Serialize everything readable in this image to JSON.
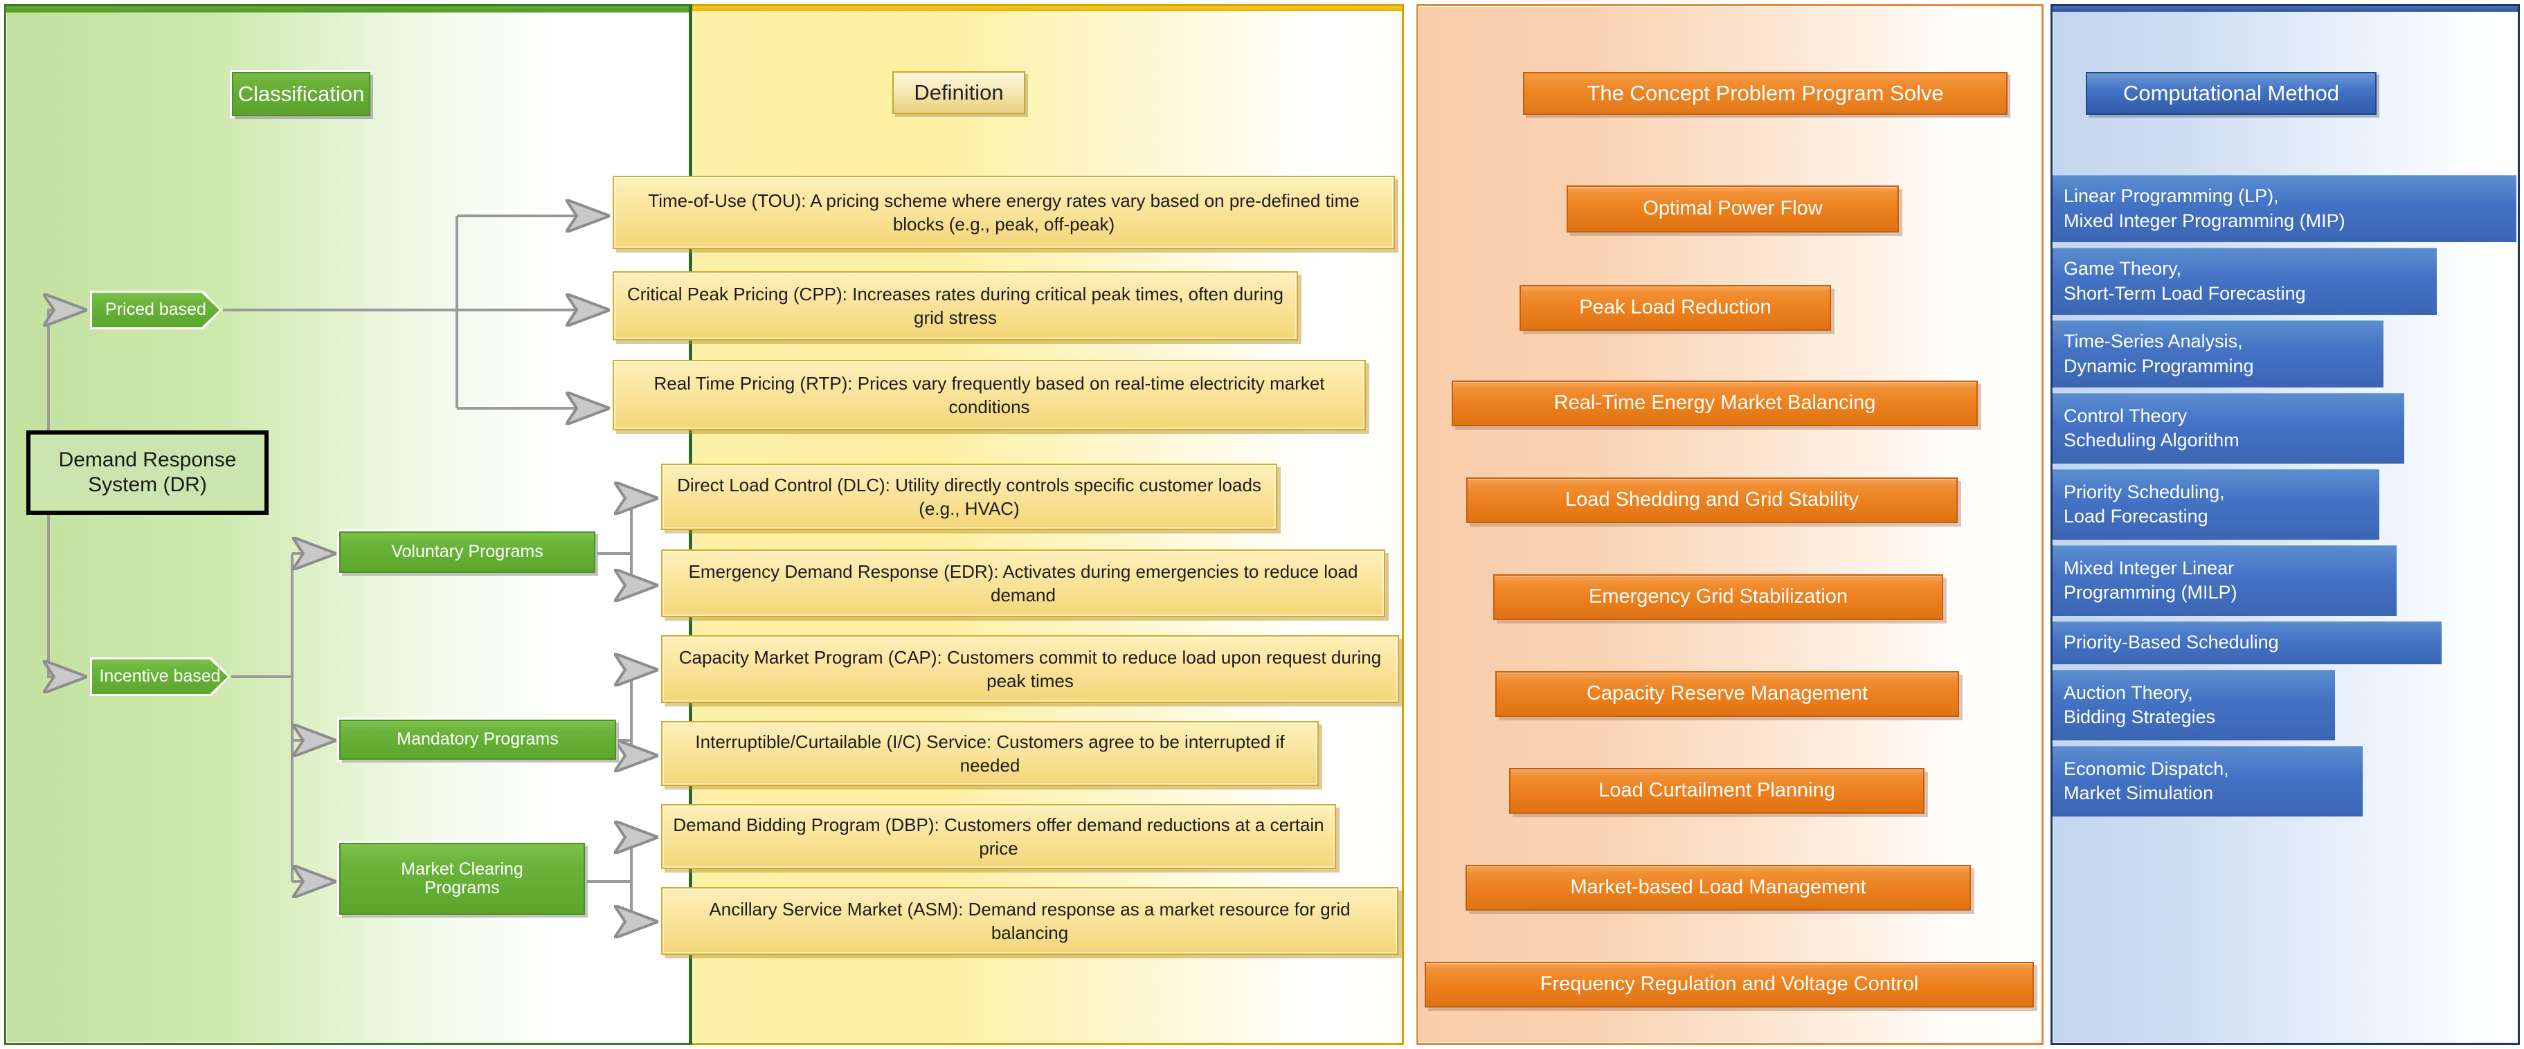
{
  "panels": {
    "classification": {
      "header": "Classification",
      "accent": "#5ca62c"
    },
    "definition": {
      "header": "Definition",
      "accent": "#e7cf7e"
    },
    "concept": {
      "header": "The Concept Problem Program Solve",
      "accent": "#ec7f1c"
    },
    "computational": {
      "header": "Computational Method",
      "accent": "#4472c4"
    }
  },
  "classification": {
    "root": "Demand Response\nSystem (DR)",
    "root_line1": "Demand Response",
    "root_line2": "System (DR)",
    "branches": [
      {
        "label": "Priced based"
      },
      {
        "label": "Incentive based"
      }
    ],
    "programs": [
      {
        "label": "Voluntary Programs"
      },
      {
        "label": "Mandatory Programs"
      },
      {
        "label": "Market Clearing\nPrograms",
        "line1": "Market Clearing",
        "line2": "Programs"
      }
    ]
  },
  "definitions": [
    {
      "id": "tou",
      "text": "Time-of-Use (TOU): A pricing scheme where energy rates vary based on pre-defined time blocks (e.g., peak, off-peak)"
    },
    {
      "id": "cpp",
      "text": "Critical Peak Pricing (CPP): Increases rates during critical peak times, often during grid stress"
    },
    {
      "id": "rtp",
      "text": "Real Time Pricing (RTP): Prices vary frequently based on real-time electricity market conditions"
    },
    {
      "id": "dlc",
      "text": "Direct Load  Control (DLC): Utility directly controls specific customer loads (e.g., HVAC)"
    },
    {
      "id": "edr",
      "text": "Emergency Demand Response (EDR): Activates during emergencies to reduce load demand"
    },
    {
      "id": "cap",
      "text": "Capacity Market  Program (CAP): Customers commit to reduce load upon request during peak times"
    },
    {
      "id": "ic",
      "text": "Interruptible/Curtailable (I/C) Service: Customers agree to be interrupted if needed"
    },
    {
      "id": "dbp",
      "text": "Demand Bidding Program (DBP): Customers offer demand reductions at a certain price"
    },
    {
      "id": "asm",
      "text": "Ancillary Service Market (ASM): Demand response as a market resource for grid balancing"
    }
  ],
  "concepts": [
    {
      "label": "Optimal Power Flow"
    },
    {
      "label": "Peak Load Reduction"
    },
    {
      "label": "Real-Time Energy Market Balancing"
    },
    {
      "label": "Load Shedding and Grid Stability"
    },
    {
      "label": "Emergency Grid Stabilization"
    },
    {
      "label": "Capacity Reserve Management"
    },
    {
      "label": "Load Curtailment Planning"
    },
    {
      "label": "Market-based Load Management"
    },
    {
      "label": "Frequency Regulation and Voltage Control"
    }
  ],
  "methods": [
    {
      "line1": "Linear Programming (LP),",
      "line2": "Mixed Integer Programming (MIP)"
    },
    {
      "line1": "Game Theory,",
      "line2": "Short-Term Load Forecasting"
    },
    {
      "line1": "Time-Series Analysis,",
      "line2": "Dynamic Programming"
    },
    {
      "line1": "Control Theory",
      "line2": "Scheduling Algorithm"
    },
    {
      "line1": "Priority Scheduling,",
      "line2": "Load Forecasting"
    },
    {
      "line1": "Mixed Integer Linear",
      "line2": "Programming (MILP)"
    },
    {
      "line1": "Priority-Based Scheduling",
      "line2": ""
    },
    {
      "line1": "Auction Theory,",
      "line2": "Bidding Strategies"
    },
    {
      "line1": "Economic Dispatch,",
      "line2": "Market Simulation"
    }
  ]
}
